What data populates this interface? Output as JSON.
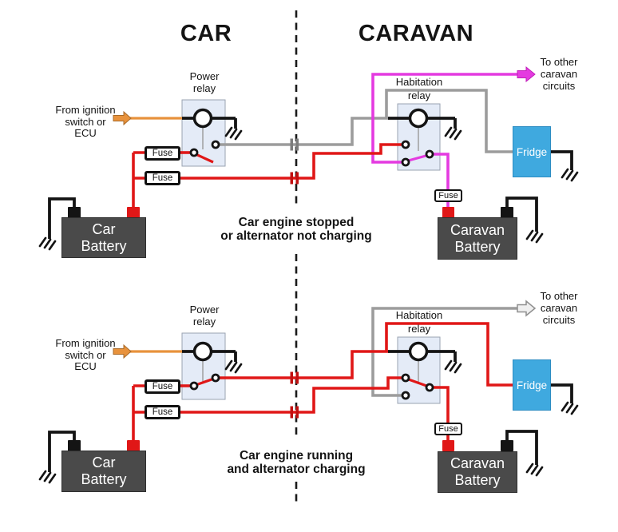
{
  "titles": {
    "car": "CAR",
    "caravan": "CARAVAN"
  },
  "labels": {
    "power_relay": {
      "l1": "Power",
      "l2": "relay"
    },
    "habitation_relay": {
      "l1": "Habitation",
      "l2": "relay"
    },
    "ignition": {
      "l1": "From ignition",
      "l2": "switch or",
      "l3": "ECU"
    },
    "to_other": {
      "l1": "To other",
      "l2": "caravan",
      "l3": "circuits"
    },
    "fuse": "Fuse",
    "fridge": "Fridge",
    "car_battery": {
      "l1": "Car",
      "l2": "Battery"
    },
    "caravan_battery": {
      "l1": "Caravan",
      "l2": "Battery"
    }
  },
  "captions": {
    "stopped": {
      "l1": "Car engine stopped",
      "l2": "or alternator not charging"
    },
    "running": {
      "l1": "Car engine running",
      "l2": "and alternator charging"
    }
  },
  "colors": {
    "wire_red": "#e01717",
    "wire_magenta": "#e43ae0",
    "wire_orange": "#e8923c",
    "wire_gray": "#9c9c9c",
    "wire_black": "#141414",
    "connector_red": "#c21010",
    "connector_gray": "#7e7e7e",
    "relay_box_fill": "#e4ebf7",
    "relay_box_border": "#9aa3b2",
    "fridge_fill": "#3fa9df",
    "battery_fill": "#4a4a4a"
  }
}
